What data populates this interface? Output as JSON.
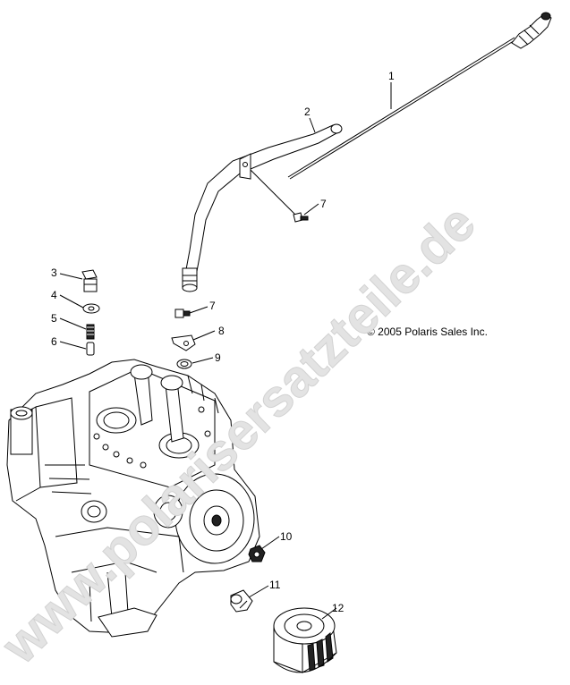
{
  "watermark": "www.polarisersatzteile.de",
  "copyright": "© 2005 Polaris Sales Inc.",
  "callouts": [
    "1",
    "2",
    "3",
    "4",
    "5",
    "6",
    "7",
    "7",
    "8",
    "9",
    "10",
    "11",
    "12"
  ]
}
